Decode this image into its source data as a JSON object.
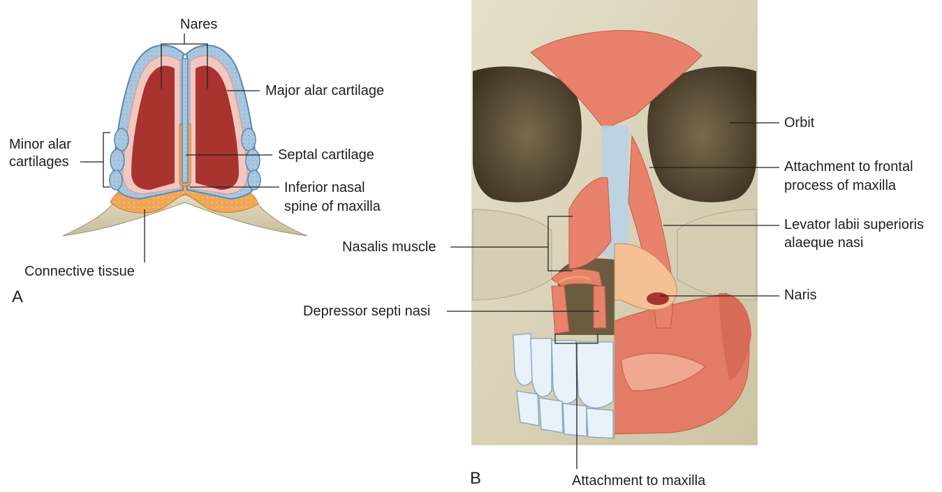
{
  "colors": {
    "skin_dark": "#a8332f",
    "skin_light": "#f1c7c0",
    "cartilage_blue": "#a9c7df",
    "cartilage_outline": "#5a87b3",
    "connective_orange": "#f0a657",
    "bone": "#d8d2b8",
    "skull_bg": "#e2dcc6",
    "muscle": "#e8826c",
    "teeth": "#e9f2f9",
    "leader": "#1f1f1f"
  },
  "panel_a": {
    "letter": "A",
    "labels": {
      "nares": "Nares",
      "major_alar": "Major alar cartilage",
      "minor_alar_line1": "Minor alar",
      "minor_alar_line2": "cartilages",
      "septal": "Septal cartilage",
      "inferior_line1": "Inferior nasal",
      "inferior_line2": "spine of maxilla",
      "connective": "Connective tissue"
    }
  },
  "panel_b": {
    "letter": "B",
    "labels": {
      "orbit": "Orbit",
      "attach_frontal_line1": "Attachment to frontal",
      "attach_frontal_line2": "process of maxilla",
      "levator_line1": "Levator labii superioris",
      "levator_line2": "alaeque nasi",
      "naris": "Naris",
      "nasalis": "Nasalis muscle",
      "depressor": "Depressor septi nasi",
      "attach_maxilla": "Attachment to maxilla"
    }
  }
}
